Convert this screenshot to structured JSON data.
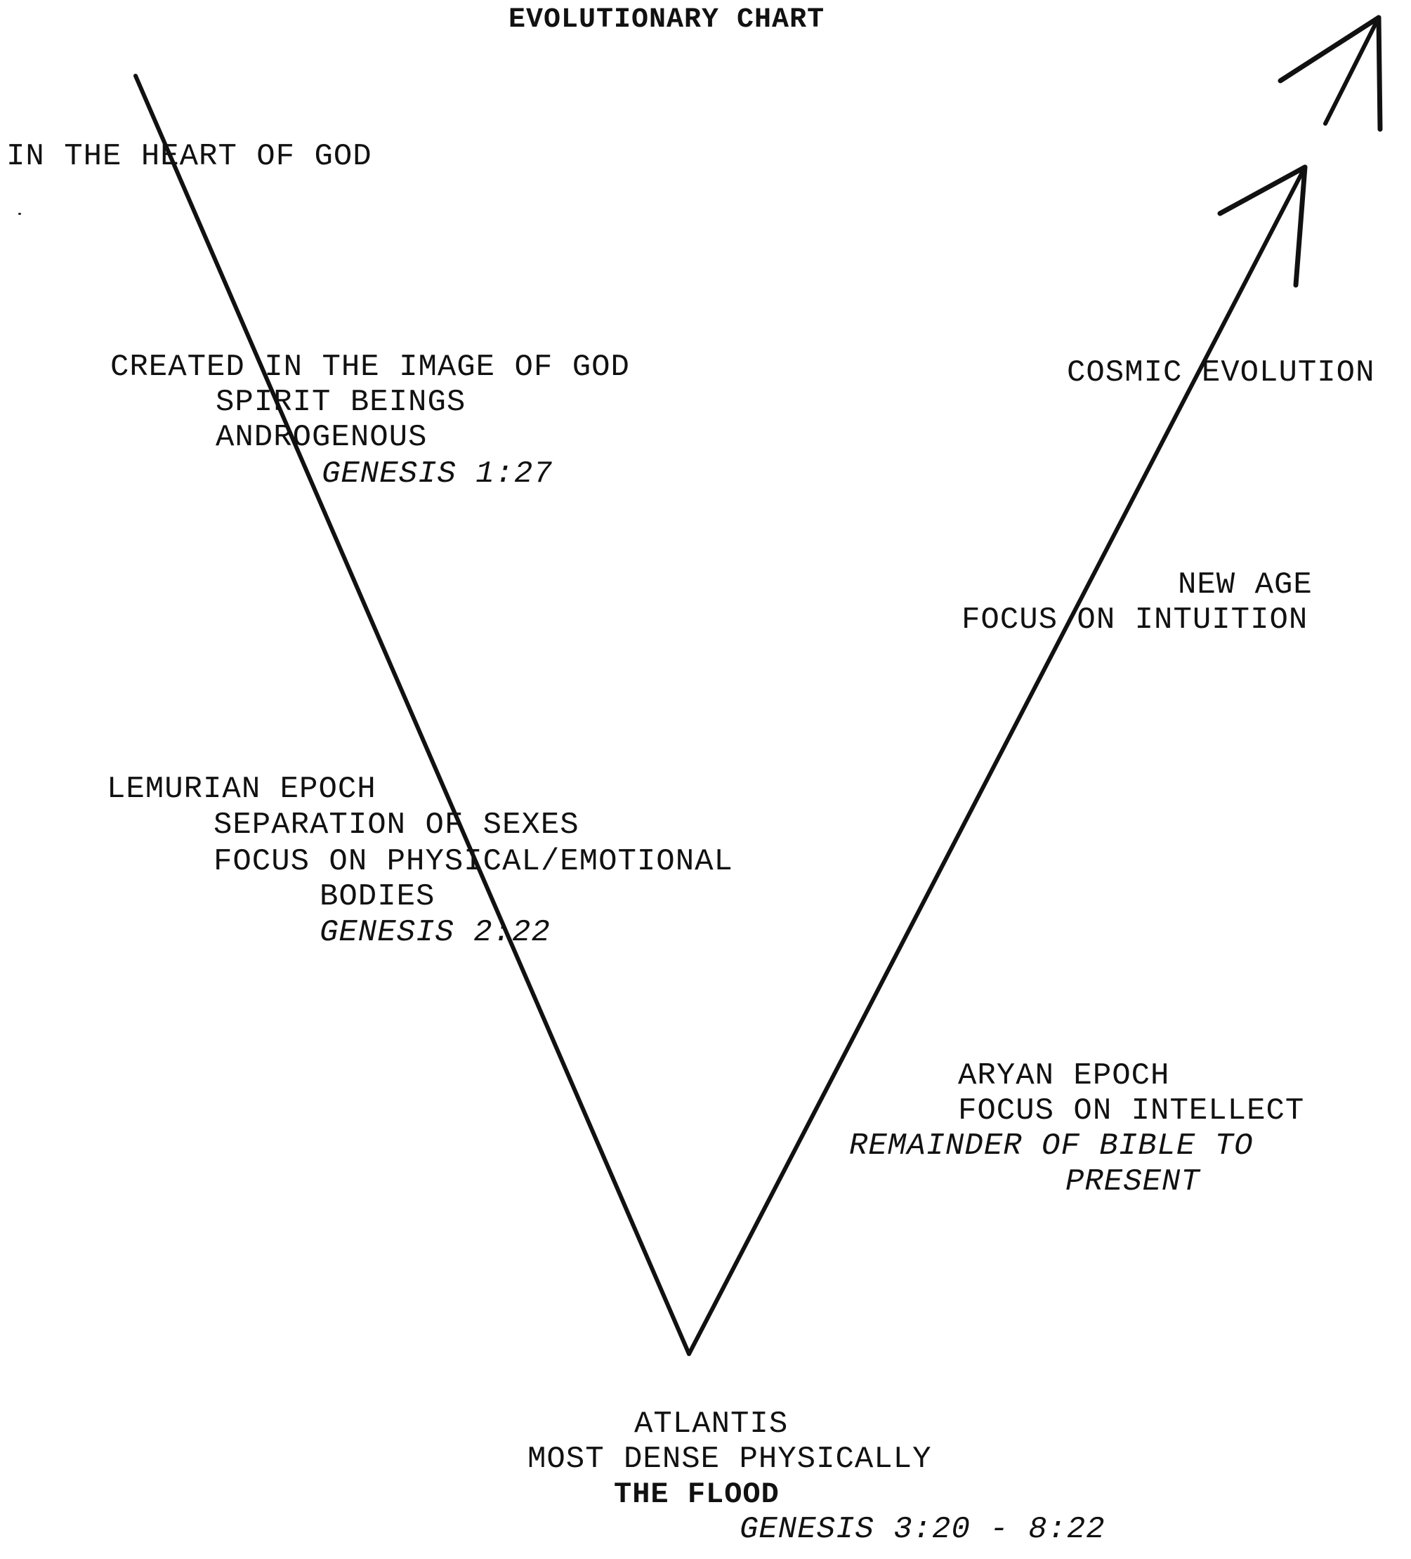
{
  "title": "EVOLUTIONARY CHART",
  "labels": {
    "heart_of_god": "IN THE HEART OF GOD",
    "created": {
      "line1": "CREATED IN THE IMAGE OF GOD",
      "line2": "SPIRIT BEINGS",
      "line3": "ANDROGENOUS",
      "ref": "GENESIS 1:27"
    },
    "cosmic_evolution": "COSMIC EVOLUTION",
    "new_age": {
      "line1": "NEW AGE",
      "line2": "FOCUS ON INTUITION"
    },
    "lemurian": {
      "line1": "LEMURIAN EPOCH",
      "line2": "SEPARATION OF SEXES",
      "line3": "FOCUS ON PHYSICAL/EMOTIONAL",
      "line4": "BODIES",
      "ref": "GENESIS 2:22"
    },
    "aryan": {
      "line1": "ARYAN EPOCH",
      "line2": "FOCUS ON INTELLECT",
      "line3": "REMAINDER OF BIBLE TO",
      "line4": "PRESENT"
    },
    "atlantis": {
      "line1": "ATLANTIS",
      "line2": "MOST DENSE PHYSICALLY",
      "line3": "THE FLOOD",
      "ref": "GENESIS 3:20 - 8:22"
    }
  },
  "colors": {
    "ink": "#111111",
    "paper": "#ffffff"
  }
}
